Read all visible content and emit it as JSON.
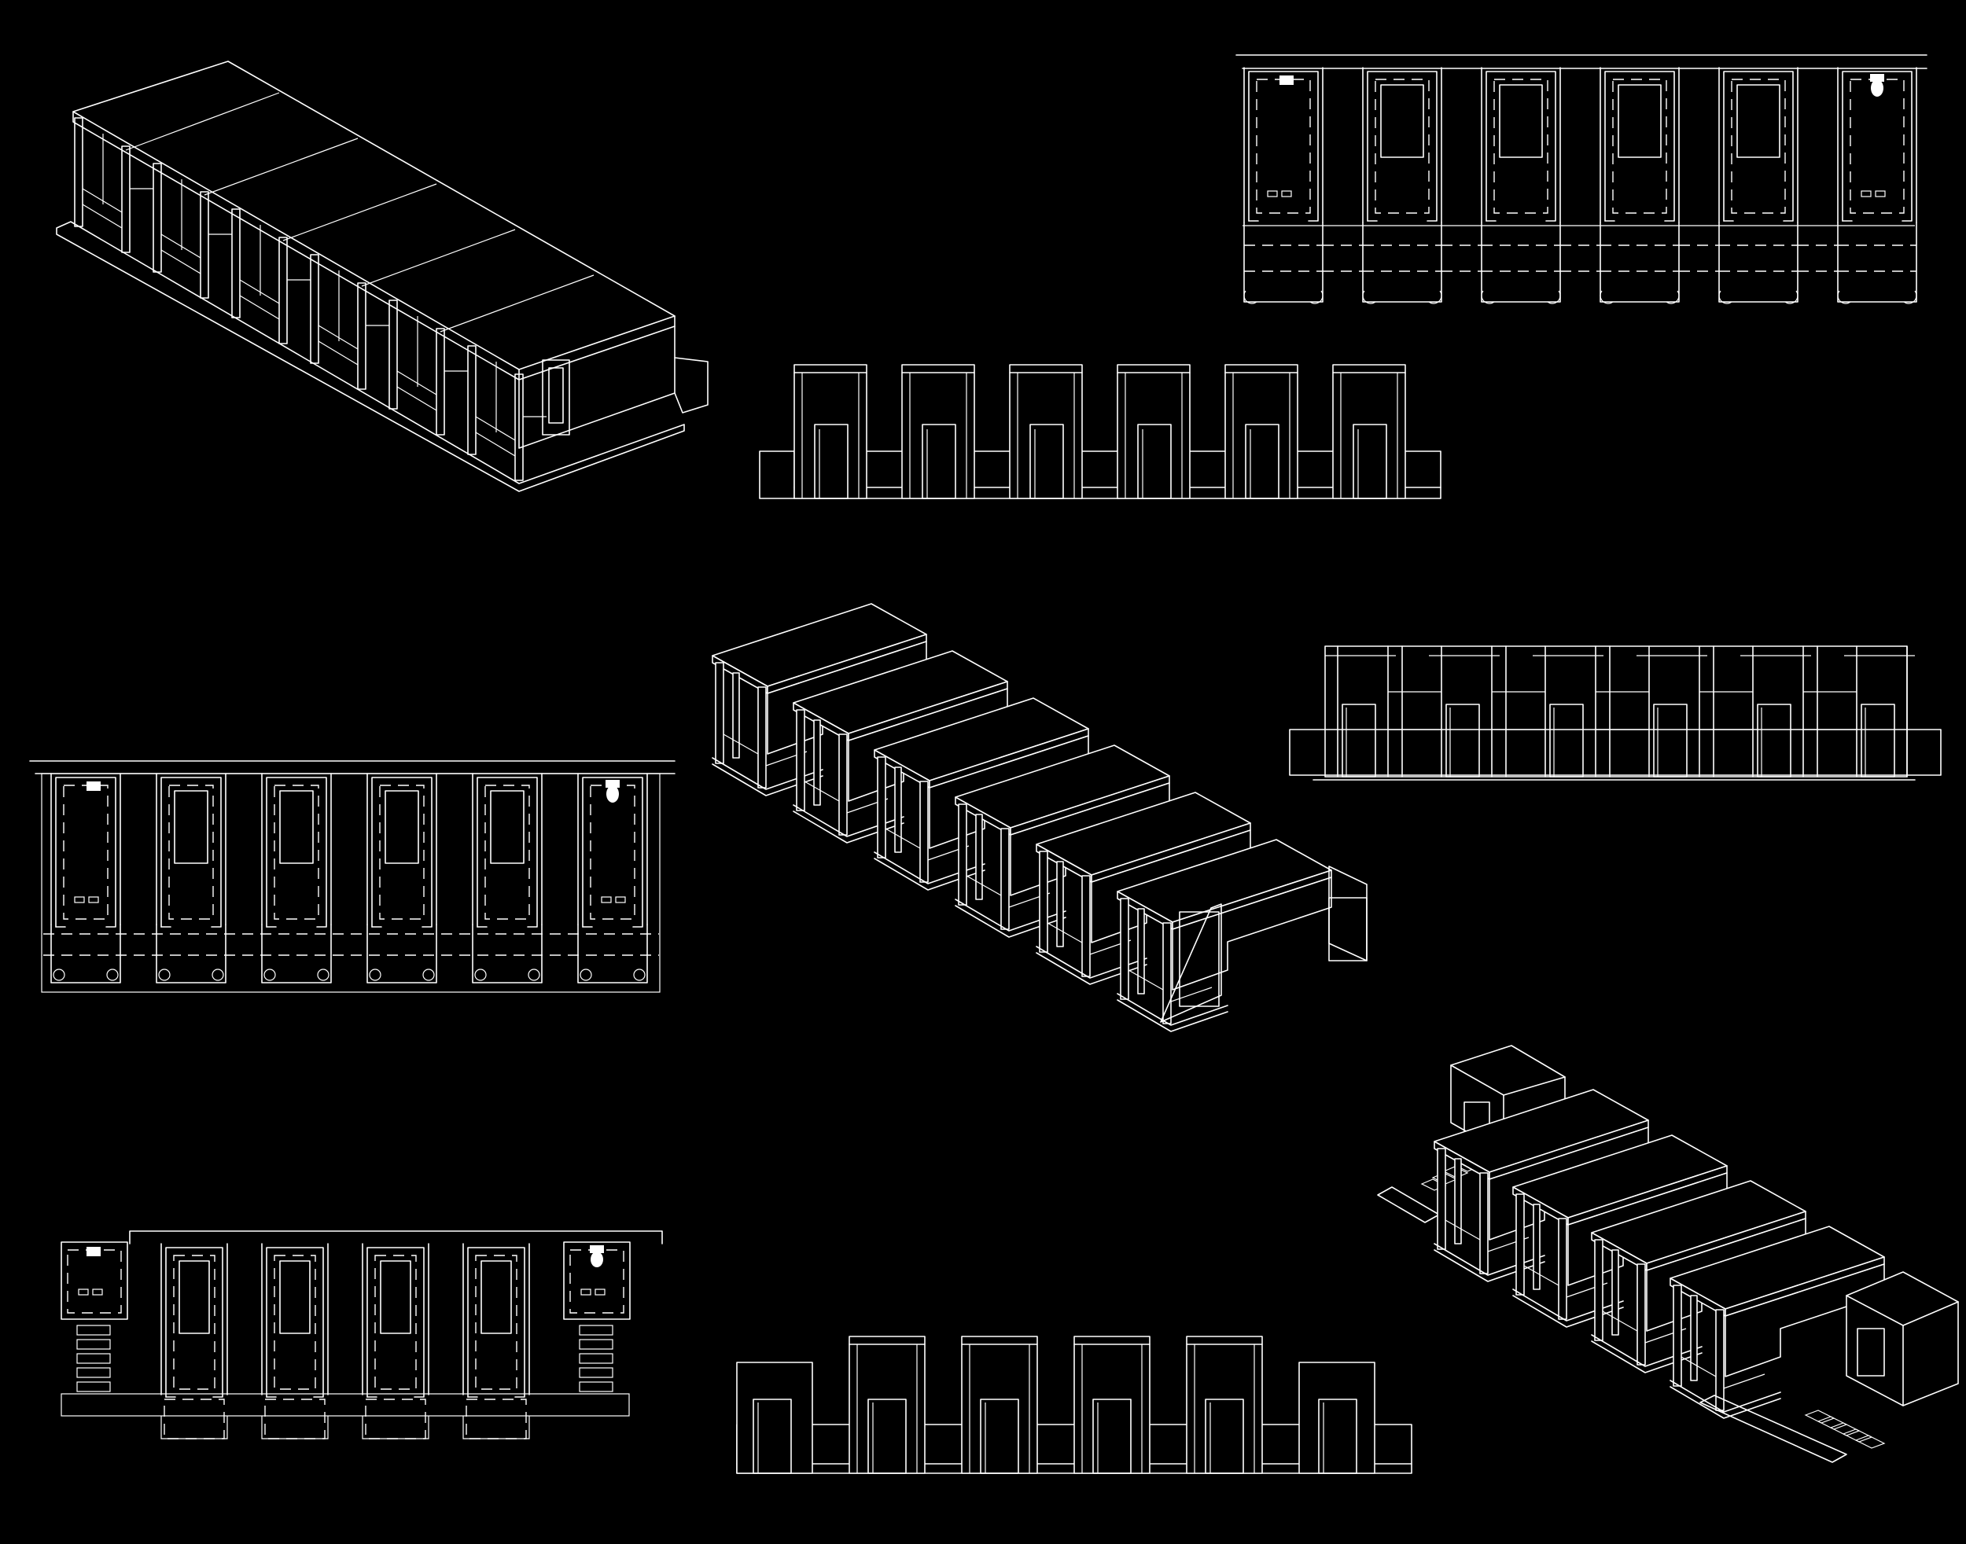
{
  "sheet": {
    "background": "#000000",
    "line_color": "#ffffff"
  },
  "drawings": [
    {
      "id": "iso-top-left",
      "kind": "isometric-view",
      "units": 6
    },
    {
      "id": "plan-top-right",
      "kind": "floor-plan",
      "units": 6
    },
    {
      "id": "elevation-top-center",
      "kind": "elevation",
      "units": 6
    },
    {
      "id": "iso-center",
      "kind": "isometric-view",
      "units": 6
    },
    {
      "id": "elevation-mid-right",
      "kind": "elevation",
      "units": 6
    },
    {
      "id": "plan-mid-left",
      "kind": "floor-plan",
      "units": 6
    },
    {
      "id": "plan-bottom-left",
      "kind": "floor-plan",
      "units": 6
    },
    {
      "id": "elevation-bottom-center",
      "kind": "elevation",
      "units": 6
    },
    {
      "id": "iso-bottom-right",
      "kind": "isometric-view",
      "units": 6
    }
  ],
  "icons": {
    "plan_fixture_left": "sink-icon",
    "plan_fixture_right": "toilet-icon"
  }
}
